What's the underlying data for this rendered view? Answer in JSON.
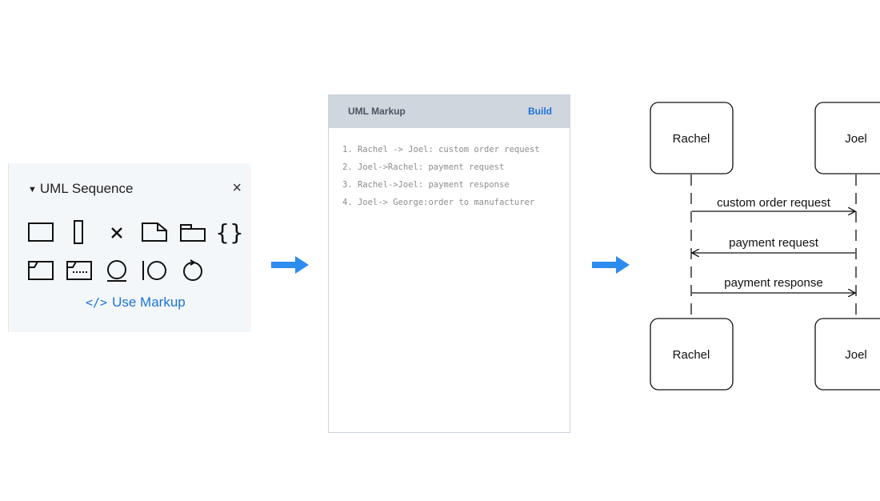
{
  "panel": {
    "title": "UML Sequence",
    "caret_icon": "caret-down-icon",
    "close_icon": "close-icon",
    "shapes_row1": [
      "rectangle-icon",
      "activation-bar-icon",
      "destroy-x-icon",
      "note-icon",
      "package-icon",
      "braces-icon"
    ],
    "shapes_row2": [
      "frame-icon",
      "boundary-frame-icon",
      "entity-icon",
      "boundary-icon",
      "control-icon"
    ],
    "use_markup_label": "Use Markup",
    "use_markup_icon": "</>",
    "accent": "#1a73d9"
  },
  "flow_arrow_color": "#2d8cf0",
  "editor": {
    "title": "UML Markup",
    "build_label": "Build",
    "lines": [
      "1. Rachel -> Joel: custom order request",
      "2. Joel->Rachel: payment request",
      "3. Rachel->Joel: payment response",
      "4. Joel-> George:order to manufacturer"
    ]
  },
  "diagram": {
    "participants": [
      "Rachel",
      "Joel"
    ],
    "messages": [
      {
        "label": "custom order request",
        "from": "Rachel",
        "to": "Joel"
      },
      {
        "label": "payment request",
        "from": "Joel",
        "to": "Rachel"
      },
      {
        "label": "payment response",
        "from": "Rachel",
        "to": "Joel"
      }
    ]
  }
}
